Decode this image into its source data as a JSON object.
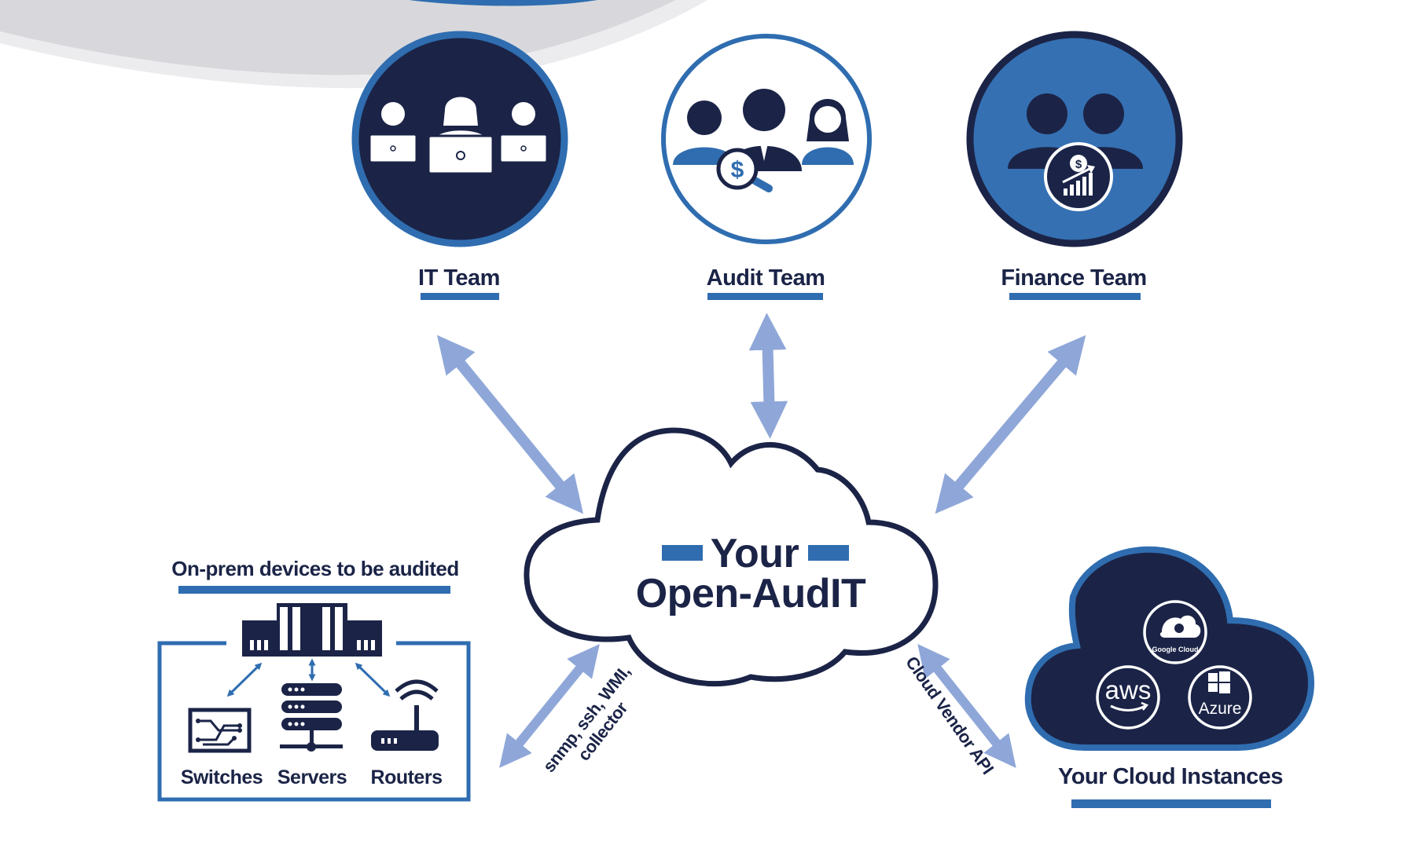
{
  "teams": {
    "it": {
      "label": "IT Team"
    },
    "audit": {
      "label": "Audit Team"
    },
    "finance": {
      "label": "Finance Team"
    }
  },
  "center": {
    "line1": "Your",
    "line2": "Open-AudIT"
  },
  "onprem": {
    "title": "On-prem devices to be audited",
    "devices": [
      "Switches",
      "Servers",
      "Routers"
    ]
  },
  "protocols": {
    "line1": "snmp, ssh, WMI,",
    "line2": "collector"
  },
  "cloud_api": {
    "label": "Cloud Vendor API"
  },
  "cloud": {
    "title": "Your Cloud Instances",
    "providers": {
      "google": "Google Cloud",
      "aws": "aws",
      "azure": "Azure"
    }
  },
  "colors": {
    "navy": "#1b2447",
    "blue": "#2f6db0",
    "arrow": "#8fa7d8",
    "grey_swoosh": "#d8d8dc"
  }
}
